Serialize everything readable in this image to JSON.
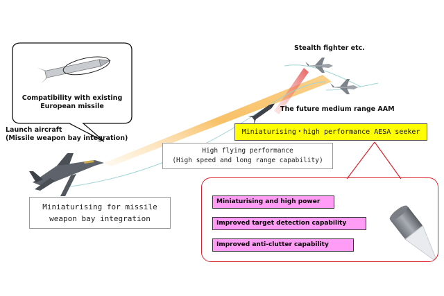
{
  "labels": {
    "stealth": "Stealth fighter etc.",
    "compat_line1": "Compatibility with existing",
    "compat_line2": "European missile",
    "future_aam": "The future medium range AAM",
    "seeker": "Miniaturising・high performance AESA seeker",
    "launch_line1": "Launch aircraft",
    "launch_line2": "(Missile weapon bay integration)",
    "flying_line1": "High flying performance",
    "flying_line2": "(High speed and long range capability)",
    "bay_line1": "Miniaturising for missile",
    "bay_line2": "weapon bay integration"
  },
  "features": [
    "Miniaturising and high power",
    "Improved target detection capability",
    "Improved anti-clutter capability"
  ],
  "colors": {
    "seeker_fill": "#ffff00",
    "feature_fill": "#ff9cf5",
    "callout_border": "#d8202a",
    "trajectory": "#f7b64d"
  }
}
